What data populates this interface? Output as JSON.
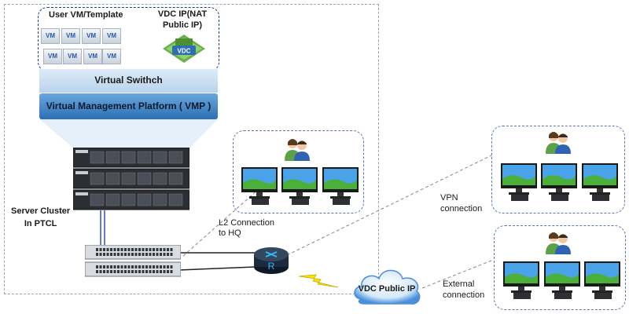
{
  "vm_group": {
    "title": "User VM/Template",
    "vm_label": "VM",
    "vdc_ip_title": "VDC IP(NAT\nPublic IP)",
    "vdc_badge": "VDC"
  },
  "virtual_switch": {
    "label": "Virtual Swithch"
  },
  "vmp": {
    "label": "Virtual Management Platform ( VMP )"
  },
  "server_cluster": {
    "label": "Server Cluster\nIn PTCL"
  },
  "l2_connection": {
    "label": "L2 Connection\nto HQ"
  },
  "router": {
    "label": "R"
  },
  "cloud": {
    "label": "VDC Public IP"
  },
  "vpn_connection": {
    "label": "VPN\nconnection"
  },
  "external_connection": {
    "label": "External\nconnection"
  },
  "colors": {
    "dashed_border": "#1f3d8f",
    "site_border": "#5b73b8",
    "switch_bar": "#c7dcf1",
    "vmp_bar": "#2c6fb3",
    "router": "#1b2a3f",
    "cloud": "#4a90d9"
  }
}
